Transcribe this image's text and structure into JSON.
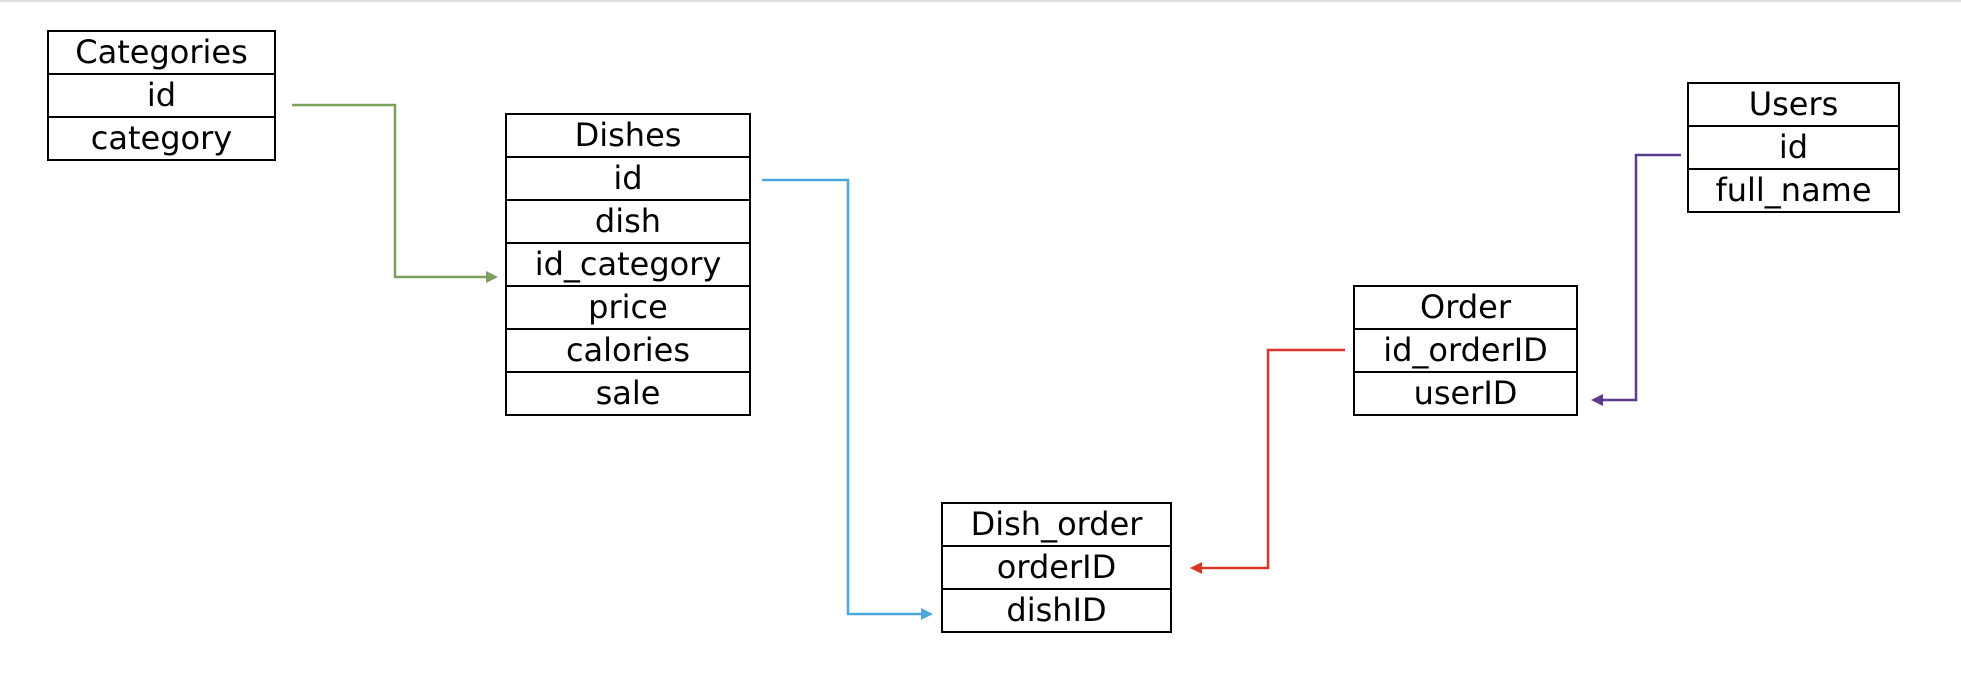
{
  "tables": {
    "categories": {
      "title": "Categories",
      "fields": [
        "id",
        "category"
      ]
    },
    "dishes": {
      "title": "Dishes",
      "fields": [
        "id",
        "dish",
        "id_category",
        "price",
        "calories",
        "sale"
      ]
    },
    "users": {
      "title": "Users",
      "fields": [
        "id",
        "full_name"
      ]
    },
    "order": {
      "title": "Order",
      "fields": [
        "id_orderID",
        "userID"
      ]
    },
    "dish_order": {
      "title": "Dish_order",
      "fields": [
        "orderID",
        "dishID"
      ]
    }
  },
  "relations": [
    {
      "from": "Categories.id",
      "to": "Dishes.id_category",
      "color": "#7ba05b"
    },
    {
      "from": "Dishes.id",
      "to": "Dish_order.dishID",
      "color": "#4aa8dd"
    },
    {
      "from": "Users.id",
      "to": "Order.userID",
      "color": "#5b3a8e"
    },
    {
      "from": "Order.id_orderID",
      "to": "Dish_order.orderID",
      "color": "#d9352a"
    }
  ]
}
